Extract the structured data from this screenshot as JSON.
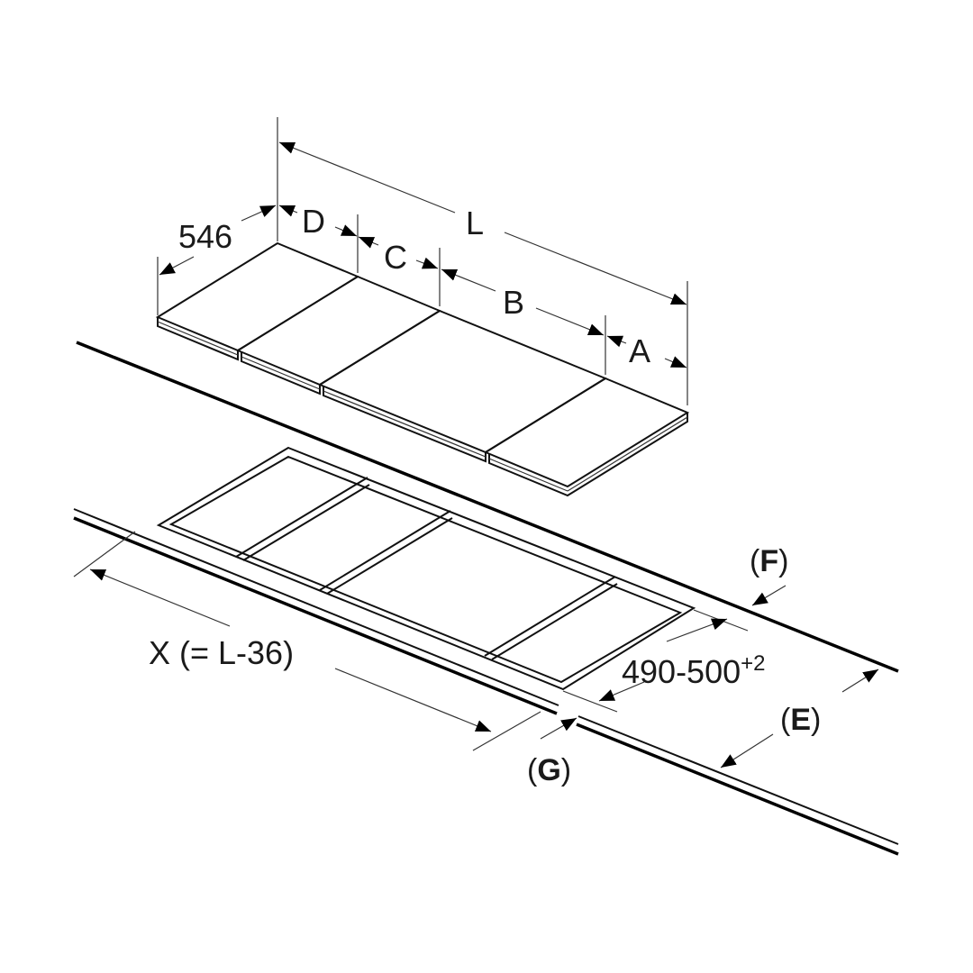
{
  "diagram": {
    "labels": {
      "depth": "546",
      "length": "L",
      "segment_d": "D",
      "segment_c": "C",
      "segment_b": "B",
      "segment_a": "A",
      "cutout_length": "X (= L-36)",
      "cutout_depth": "490-500",
      "cutout_depth_tolerance": "+2",
      "distance_f_open": "(",
      "distance_f": "F",
      "distance_f_close": ")",
      "distance_e_open": "(",
      "distance_e": "E",
      "distance_e_close": ")",
      "distance_g_open": "(",
      "distance_g": "G",
      "distance_g_close": ")"
    },
    "colors": {
      "line": "#000000",
      "background": "#ffffff"
    }
  }
}
